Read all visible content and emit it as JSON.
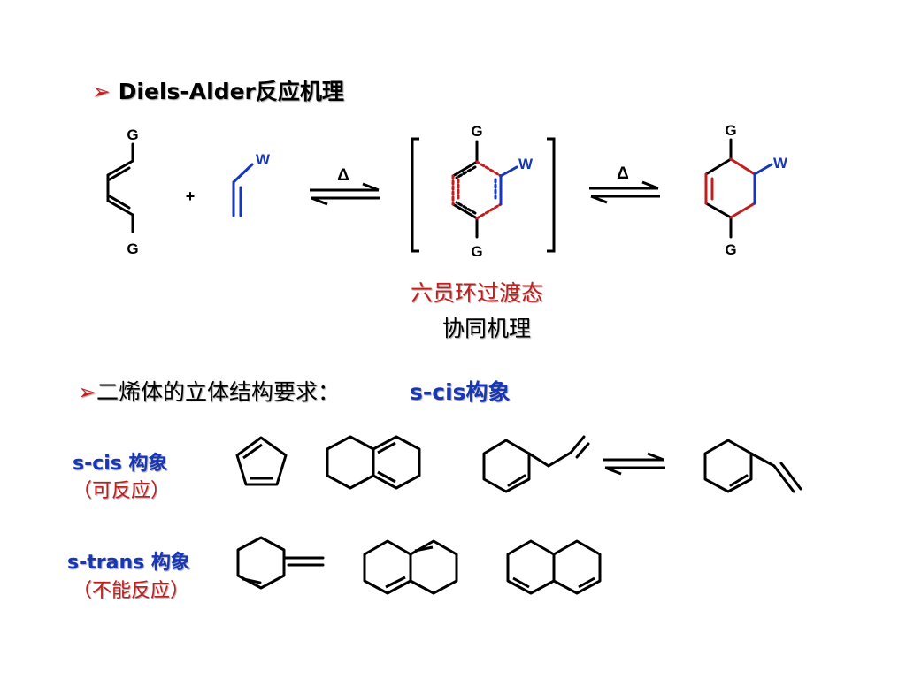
{
  "heading1": {
    "marker": "➢",
    "text": "Diels-Alder反应机理"
  },
  "labels": {
    "G": "G",
    "W": "W",
    "plus": "+",
    "delta": "Δ"
  },
  "transition_state": "六员环过渡态",
  "concerted": "协同机理",
  "heading2": {
    "marker": "➢",
    "text": "二烯体的立体结构要求："
  },
  "scis_title": "s-cis构象",
  "rows": {
    "scis": {
      "line1": "s-cis 构象",
      "line2": "（可反应）"
    },
    "strans": {
      "line1": "s-trans 构象",
      "line2": "（不能反应）"
    }
  },
  "colors": {
    "red": "#c01f1f",
    "blue": "#1736b8",
    "black": "#000000"
  }
}
